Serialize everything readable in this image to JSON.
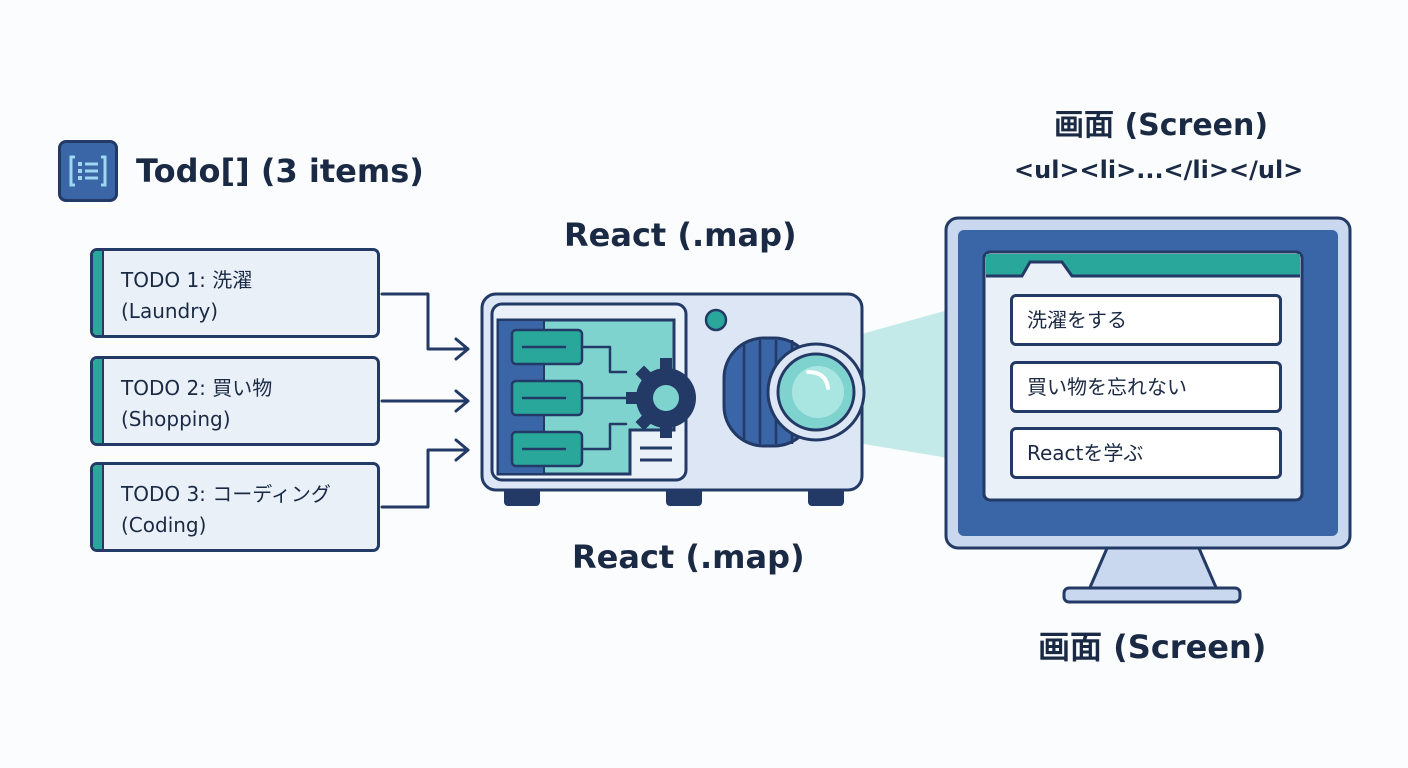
{
  "list": {
    "title": "Todo[] (3 items)",
    "icon": "list-icon",
    "items": [
      {
        "line1": "TODO 1: 洗濯",
        "line2": "(Laundry)"
      },
      {
        "line1": "TODO 2: 買い物",
        "line2": "(Shopping)"
      },
      {
        "line1": "TODO 3: コーディング",
        "line2": "(Coding)"
      }
    ]
  },
  "processor": {
    "label_top": "React (.map)",
    "label_bottom": "React (.map)",
    "icon": "projector-icon"
  },
  "screen": {
    "title": "画面 (Screen)",
    "code": "<ul><li>...</li></ul>",
    "label_bottom": "画面 (Screen)",
    "items": [
      "洗濯をする",
      "買い物を忘れない",
      "Reactを学ぶ"
    ]
  },
  "colors": {
    "navy": "#243a66",
    "teal": "#2aa79b",
    "light_blue": "#dce6f4",
    "monitor_blue": "#3a66a8"
  }
}
